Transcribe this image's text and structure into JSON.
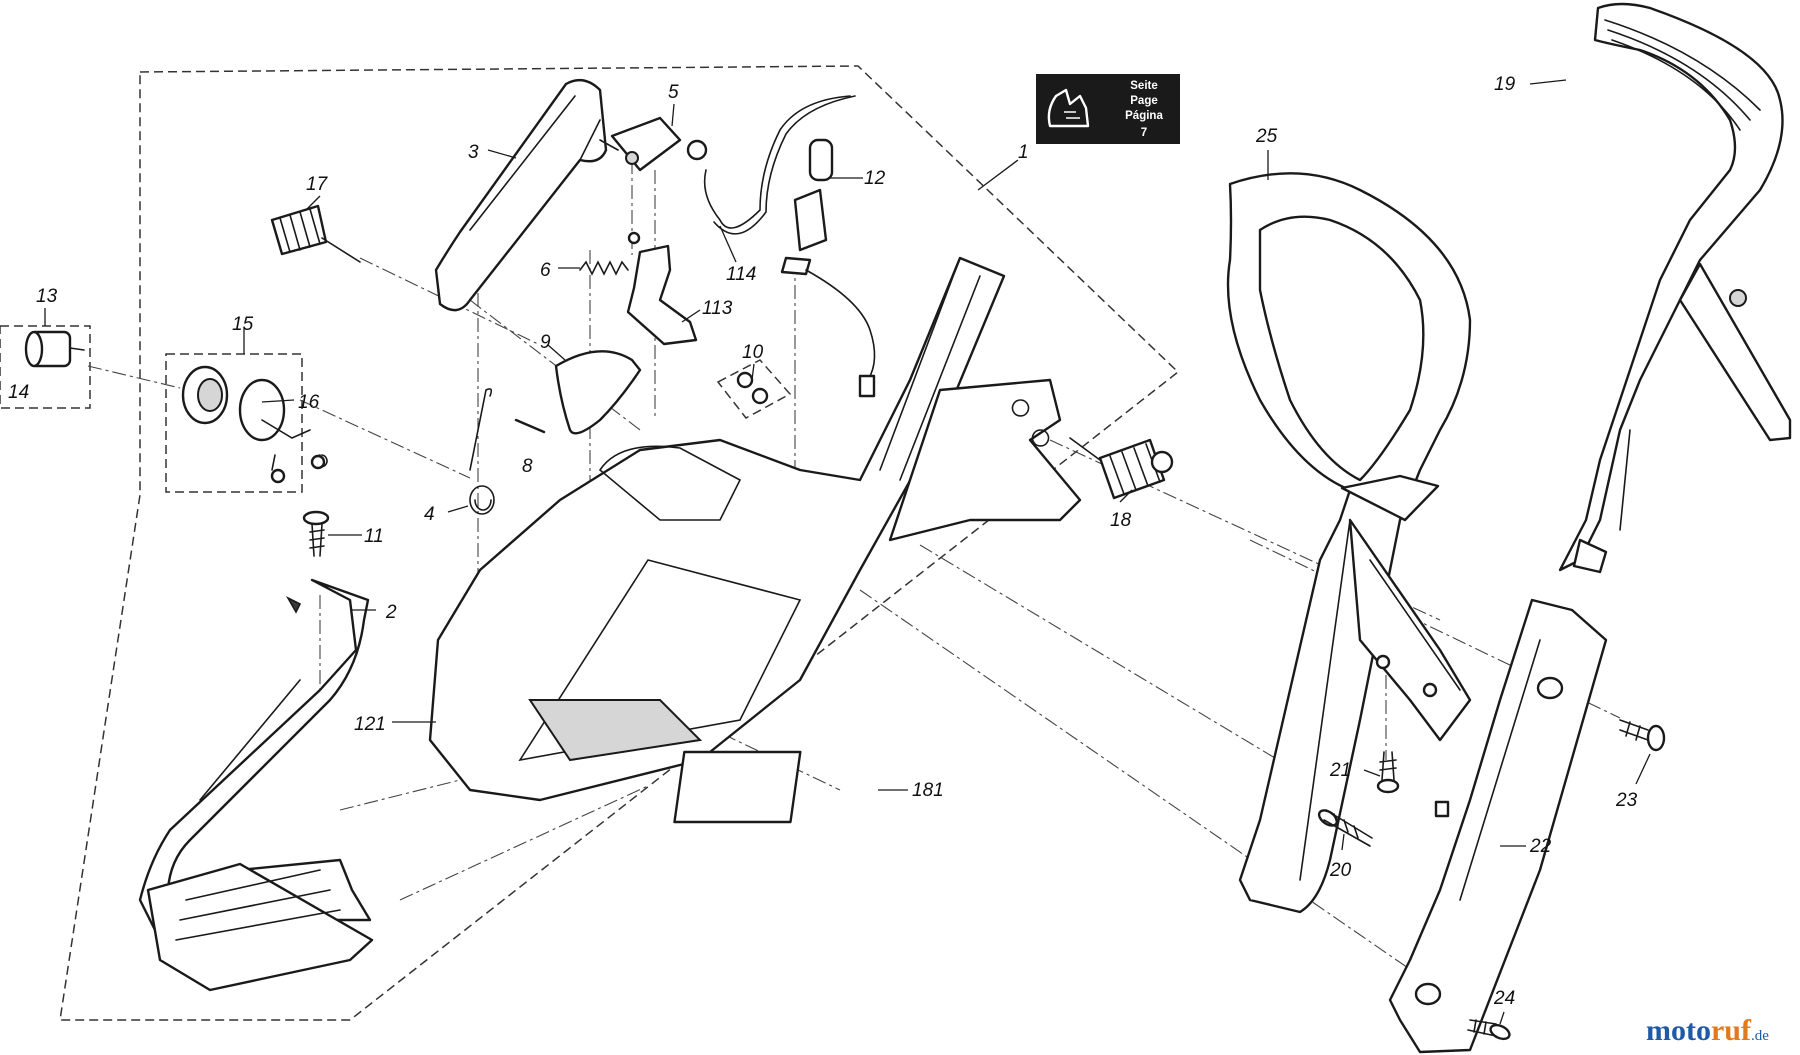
{
  "reference_box": {
    "lines": [
      "Seite",
      "Page",
      "Página",
      "7"
    ],
    "icon": "hand-guard-icon"
  },
  "callouts": [
    {
      "id": "c1",
      "label": "1"
    },
    {
      "id": "c2",
      "label": "2"
    },
    {
      "id": "c3",
      "label": "3"
    },
    {
      "id": "c4",
      "label": "4"
    },
    {
      "id": "c5",
      "label": "5"
    },
    {
      "id": "c6",
      "label": "6"
    },
    {
      "id": "c8",
      "label": "8"
    },
    {
      "id": "c9",
      "label": "9"
    },
    {
      "id": "c10",
      "label": "10"
    },
    {
      "id": "c11",
      "label": "11"
    },
    {
      "id": "c12",
      "label": "12"
    },
    {
      "id": "c13",
      "label": "13"
    },
    {
      "id": "c14",
      "label": "14"
    },
    {
      "id": "c15",
      "label": "15"
    },
    {
      "id": "c16",
      "label": "16"
    },
    {
      "id": "c17",
      "label": "17"
    },
    {
      "id": "c18",
      "label": "18"
    },
    {
      "id": "c19",
      "label": "19"
    },
    {
      "id": "c20",
      "label": "20"
    },
    {
      "id": "c21",
      "label": "21"
    },
    {
      "id": "c22",
      "label": "22"
    },
    {
      "id": "c23",
      "label": "23"
    },
    {
      "id": "c24",
      "label": "24"
    },
    {
      "id": "c25",
      "label": "25"
    },
    {
      "id": "c113",
      "label": "113"
    },
    {
      "id": "c114",
      "label": "114"
    },
    {
      "id": "c121",
      "label": "121"
    },
    {
      "id": "c181",
      "label": "181"
    }
  ],
  "watermark": {
    "part_a": "moto",
    "part_b": "ruf",
    "suffix": ".de"
  },
  "colors": {
    "line": "#1a1a1a",
    "ref_box_bg": "#1a1a1a",
    "watermark_blue": "#1e5aa8",
    "watermark_orange": "#e07a1c"
  }
}
